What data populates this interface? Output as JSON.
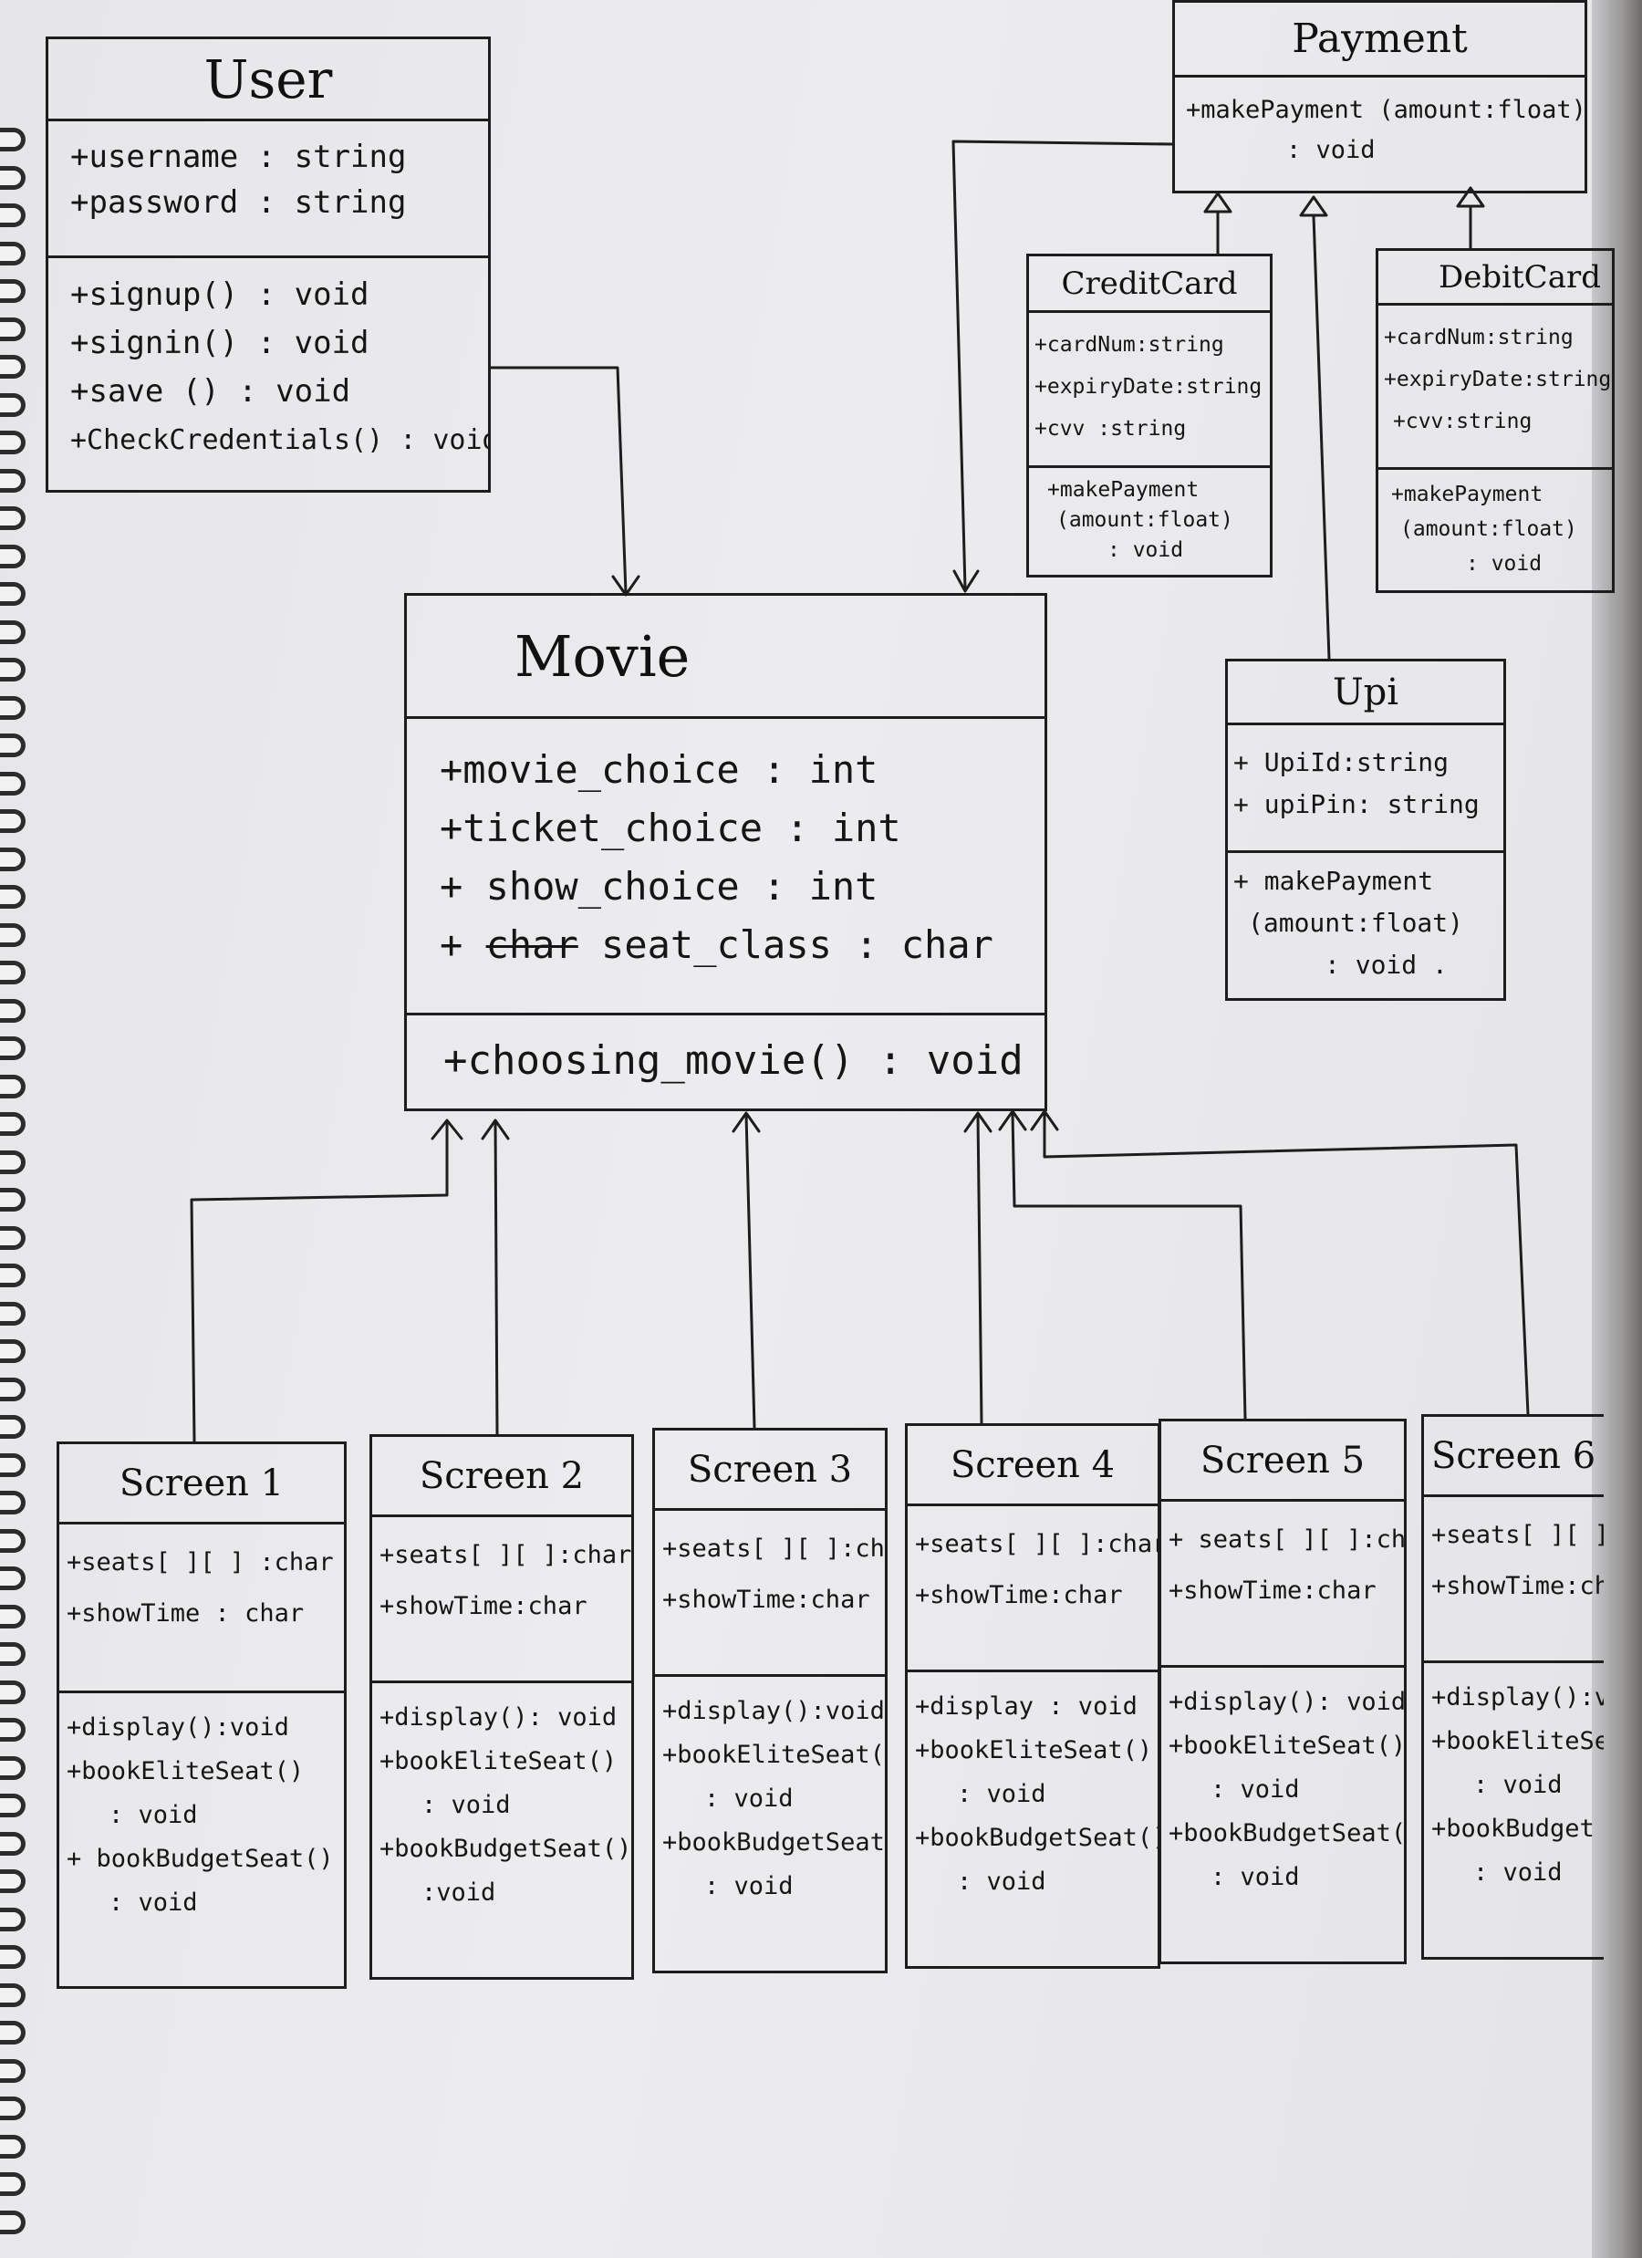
{
  "classes": {
    "user": {
      "name": "User",
      "attributes": [
        "+username : string",
        "+password : string"
      ],
      "methods": [
        "+signup() : void",
        "+signin() : void",
        "+save () : void",
        "+CheckCredentials() : void"
      ]
    },
    "payment": {
      "name": "Payment",
      "methods": [
        "+makePayment (amount:float)",
        ": void"
      ]
    },
    "creditcard": {
      "name": "CreditCard",
      "attributes": [
        "+cardNum:string",
        "+expiryDate:string",
        "+cvv :string"
      ],
      "methods": [
        "+makePayment",
        "(amount:float)",
        ": void"
      ]
    },
    "debitcard": {
      "name": "DebitCard",
      "attributes": [
        "+cardNum:string",
        "+expiryDate:string",
        "+cvv:string"
      ],
      "methods": [
        "+makePayment",
        "(amount:float)",
        ": void"
      ]
    },
    "upi": {
      "name": "Upi",
      "attributes": [
        "+ UpiId:string",
        "+ upiPin: string"
      ],
      "methods": [
        "+ makePayment",
        "(amount:float)",
        ": void ."
      ]
    },
    "movie": {
      "name": "Movie",
      "attributes": [
        "+movie_choice : int",
        "+ticket_choice : int",
        "+ show_choice : int"
      ],
      "seat_class": {
        "prefix": "+",
        "struck": "char",
        "text": "seat_class : char"
      },
      "methods": [
        "+choosing_movie() : void"
      ]
    }
  },
  "screens": [
    {
      "name": "Screen 1",
      "attributes": [
        "+seats[ ][ ] :char",
        "+showTime : char"
      ],
      "methods": [
        "+display():void",
        "+bookEliteSeat()",
        ": void",
        "+ bookBudgetSeat()",
        ": void"
      ]
    },
    {
      "name": "Screen 2",
      "attributes": [
        "+seats[ ][ ]:char",
        "+showTime:char"
      ],
      "methods": [
        "+display(): void",
        "+bookEliteSeat()",
        ": void",
        "+bookBudgetSeat()",
        ":void"
      ]
    },
    {
      "name": "Screen 3",
      "attributes": [
        "+seats[ ][ ]:char",
        "+showTime:char"
      ],
      "methods": [
        "+display():void",
        "+bookEliteSeat()",
        ": void",
        "+bookBudgetSeat()",
        ": void"
      ]
    },
    {
      "name": "Screen 4",
      "attributes": [
        "+seats[ ][ ]:char",
        "+showTime:char"
      ],
      "methods": [
        "+display : void",
        "+bookEliteSeat()",
        ": void",
        "+bookBudgetSeat()",
        ": void"
      ]
    },
    {
      "name": "Screen 5",
      "attributes": [
        "+ seats[ ][ ]:char",
        "+showTime:char"
      ],
      "methods": [
        "+display(): void",
        "+bookEliteSeat()",
        ": void",
        "+bookBudgetSeat()",
        ": void"
      ]
    },
    {
      "name": "Screen 6",
      "attributes": [
        "+seats[ ][ ]:ch",
        "+showTime:ch"
      ],
      "methods": [
        "+display():vo",
        "+bookEliteSeat(",
        ": void",
        "+bookBudget",
        ": void"
      ]
    }
  ]
}
